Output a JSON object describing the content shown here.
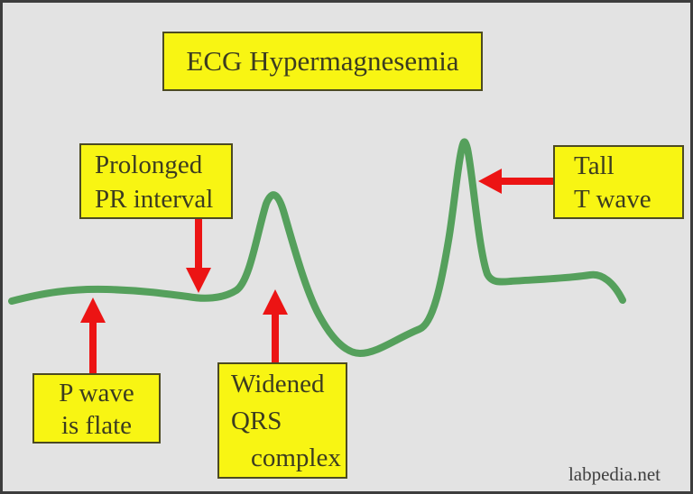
{
  "title": "ECG Hypermagnesemia",
  "labels": {
    "pr": {
      "line1": "Prolonged",
      "line2": "PR interval"
    },
    "p": {
      "line1": "P wave",
      "line2": "is flate"
    },
    "qrs": {
      "line1": "Widened",
      "line2": "QRS",
      "line3": "complex"
    },
    "t": {
      "line1": "Tall",
      "line2": "T wave"
    }
  },
  "watermark": "labpedia.net",
  "colors": {
    "background": "#e3e3e3",
    "frame_border": "#3d3d3d",
    "box_fill": "#f8f513",
    "box_border": "#4c4a22",
    "label_text": "#3c3c20",
    "curve": "#55a05c",
    "arrow": "#ec1414",
    "watermark_text": "#3f3f3f"
  }
}
